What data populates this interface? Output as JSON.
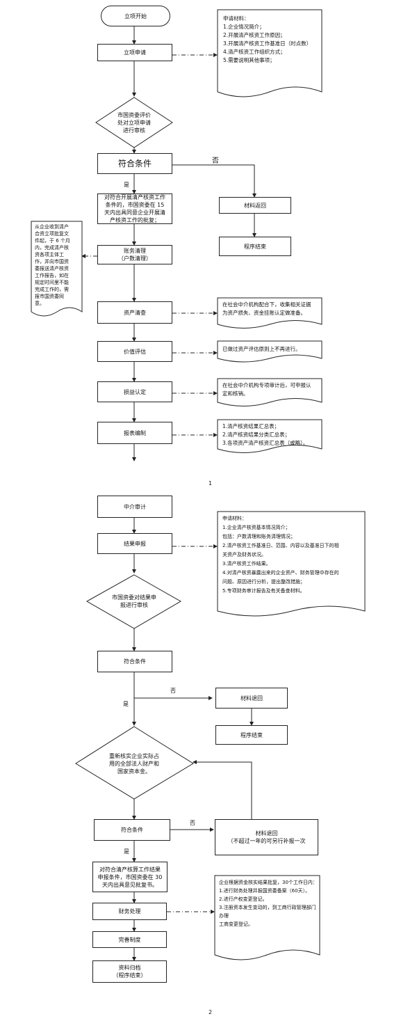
{
  "page1": {
    "start": "立项开始",
    "apply": "立项申请",
    "apply_materials": [
      "申请材料：",
      "1.企业情况简介；",
      "2.开展清产核资工作原因；",
      "3.开展清产核资工作基准日（时点数）",
      "4.清产核资工作组织方式；",
      "5.需要说明其他事项；"
    ],
    "review": [
      "市国资委评价",
      "处对立项申请",
      "进行审核"
    ],
    "qualify": "符合条件",
    "no": "否",
    "yes": "是",
    "return": "材料返回",
    "end": "程序结束",
    "approve": [
      "对符合开展清产核资工作",
      "条件的，市国资委在 15",
      "天内出具同意企业开展清",
      "产核资工作的批复；"
    ],
    "account_clear": [
      "账务清理",
      "（户数清理）"
    ],
    "left_note": [
      "从企业收到清产",
      "合资立项批复文",
      "件起，于 6 个月",
      "内，完成清产核",
      "资各项主体工",
      "作，并向市国资",
      "委报送清产核资",
      "工作报告，如在",
      "规定时间里不能",
      "完成工作的，需",
      "报市国资委同",
      "意。"
    ],
    "asset_check": "资产清查",
    "asset_check_note": [
      "在社会中介机构配合下，收集相关证据",
      "为资产损失、资金挂账认定做准备。"
    ],
    "valuation": "价值评估",
    "valuation_note": "已做过资产评估原则上不再进行。",
    "loss": "损益认定",
    "loss_note": [
      "在社会中介机构专项审计后，可申报认",
      "定和核销。"
    ],
    "report": "报表编制",
    "report_note": [
      "1.清产核资结果汇总表；",
      "2.清产核资结果分类汇总表；",
      "3.各项资产清产核资汇总表（或略）。"
    ],
    "page_num": "1"
  },
  "page2": {
    "audit": "中介审计",
    "submit": "结果申报",
    "submit_materials": [
      "申请材料：",
      "1.企业清产核资基本情况简介；",
      "包括：户数清理和账务清理情况；",
      "2.清产核资工作基准日、范围、内容以及基准日下的相",
      "关资产及财务状况。",
      "3.清产核资工作结果。",
      "4.对清产核资暴露出来的企业资产、财务管理中存在的",
      "问题、原因进行分析，提出整改措施；",
      "5.专项财务审计报告及有关备查材料。"
    ],
    "review": [
      "市国资委对结果申",
      "报进行审核"
    ],
    "qualify1": "符合条件",
    "no1": "否",
    "yes1": "是",
    "return1": "材料退回",
    "end1": "程序结束",
    "recheck": [
      "重新核实企业实际占",
      "用的全部法人财产和",
      "国家资本金。"
    ],
    "qualify2": "符合条件",
    "no2": "否",
    "yes2": "是",
    "return2": [
      "材料退回",
      "（不超过一年的可另行补报一次"
    ],
    "approve": [
      "对符合清产核算工作结果",
      "申报条件，市国资委在 30",
      "天内出具意见批复书。"
    ],
    "finance": "财务处理",
    "finance_note": [
      "企业根据资金核实结果批复，30个工作日内：",
      "1.进行财务处理并报国资委备案（60天）。",
      "2.进行产权变更登记。",
      "3.注册资本发生变动的，到工商行政管理部门办理",
      "工商变更登记。"
    ],
    "improve": "完善制度",
    "archive": [
      "资料归档",
      "（程序结束）"
    ],
    "page_num": "2"
  }
}
